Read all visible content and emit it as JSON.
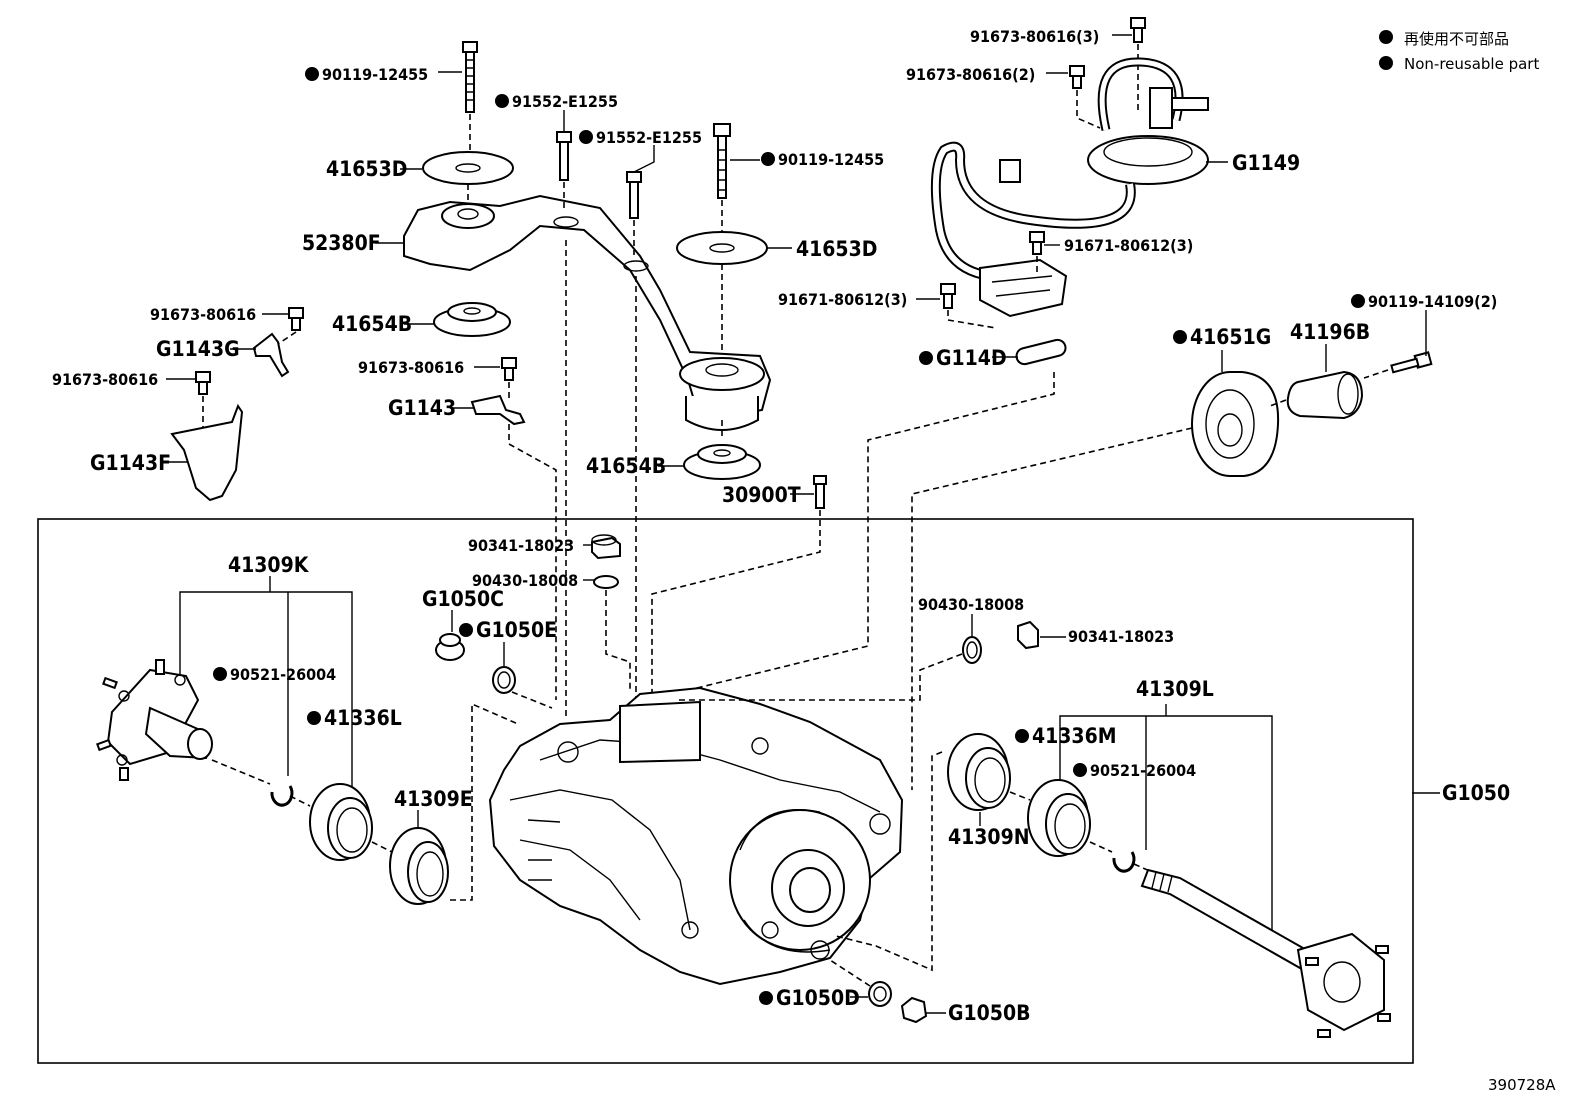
{
  "legend": {
    "japanese": "再使用不可部品",
    "english": "Non-reusable part"
  },
  "figure_id": "390728A",
  "labels": {
    "p_90119_12455_a": "90119-12455",
    "p_91552_e1255_a": "91552-E1255",
    "p_91552_e1255_b": "91552-E1255",
    "p_90119_12455_b": "90119-12455",
    "p_41653d_a": "41653D",
    "p_52380f": "52380F",
    "p_41653d_b": "41653D",
    "p_91673_80616_a": "91673-80616",
    "p_41654b_a": "41654B",
    "p_g1143g": "G1143G",
    "p_91673_80616_b": "91673-80616",
    "p_91673_80616_c": "91673-80616",
    "p_g1143": "G1143",
    "p_g1143f": "G1143F",
    "p_41654b_b": "41654B",
    "p_30900t": "30900T",
    "p_91673_80616_3": "91673-80616(3)",
    "p_91673_80616_2": "91673-80616(2)",
    "p_g1149": "G1149",
    "p_91671_80612_3_a": "91671-80612(3)",
    "p_91671_80612_3_b": "91671-80612(3)",
    "p_g114d": "G114D",
    "p_90119_14109_2": "90119-14109(2)",
    "p_41651g": "41651G",
    "p_41196b": "41196B",
    "p_90341_18023_a": "90341-18023",
    "p_90430_18008_a": "90430-18008",
    "p_41309k": "41309K",
    "p_g1050c": "G1050C",
    "p_g1050e": "G1050E",
    "p_90521_26004_a": "90521-26004",
    "p_41336l": "41336L",
    "p_41309e": "41309E",
    "p_90430_18008_b": "90430-18008",
    "p_90341_18023_b": "90341-18023",
    "p_41309l": "41309L",
    "p_41336m": "41336M",
    "p_90521_26004_b": "90521-26004",
    "p_41309n": "41309N",
    "p_g1050": "G1050",
    "p_g1050d": "G1050D",
    "p_g1050b": "G1050B"
  }
}
